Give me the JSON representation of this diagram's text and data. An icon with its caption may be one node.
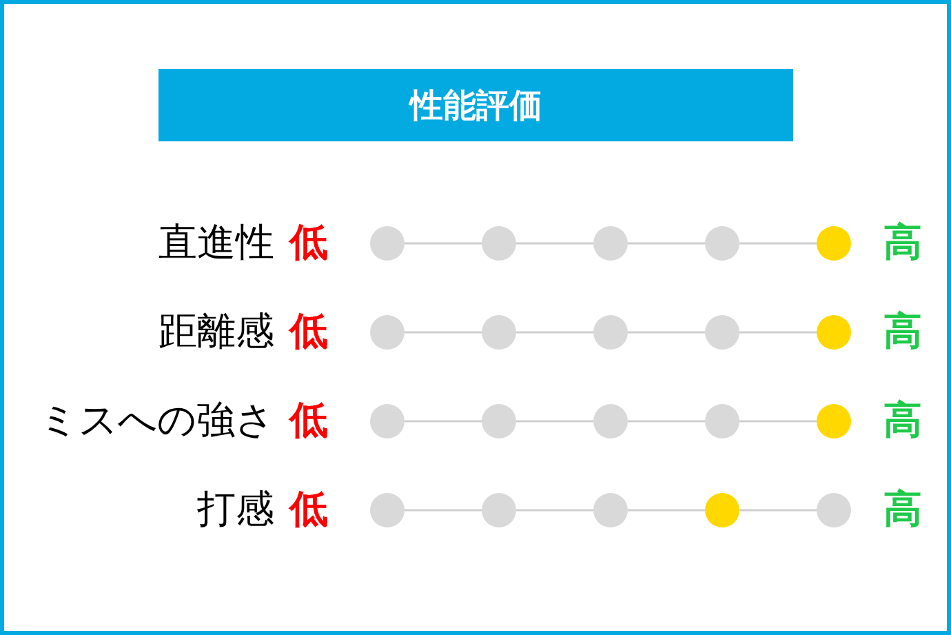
{
  "diagram": {
    "title": "性能評価",
    "nodes": [
      {
        "text": [],
        "shape": "circle"
      },
      {
        "text": [],
        "shape": "circle"
      },
      {
        "text": [],
        "shape": "circle"
      },
      {
        "text": [],
        "shape": "circle"
      },
      {
        "text": [],
        "shape": "circle"
      },
      {
        "text": [],
        "shape": "circle"
      },
      {
        "text": [],
        "shape": "circle"
      },
      {
        "text": [],
        "shape": "circle"
      },
      {
        "text": [],
        "shape": "circle"
      },
      {
        "text": [],
        "shape": "circle"
      },
      {
        "text": [],
        "shape": "circle"
      },
      {
        "text": [],
        "shape": "circle"
      },
      {
        "text": [],
        "shape": "circle"
      },
      {
        "text": [],
        "shape": "circle"
      },
      {
        "text": [],
        "shape": "circle"
      },
      {
        "text": [],
        "shape": "circle"
      },
      {
        "text": [],
        "shape": "circle"
      },
      {
        "text": [],
        "shape": "circle"
      },
      {
        "text": [],
        "shape": "circle"
      },
      {
        "text": [],
        "shape": "circle"
      }
    ],
    "edges": [
      {
        "from": 0,
        "to": 1,
        "arrow": "none"
      },
      {
        "from": 1,
        "to": 2,
        "arrow": "none"
      },
      {
        "from": 2,
        "to": 3,
        "arrow": "none"
      },
      {
        "from": 3,
        "to": 4,
        "arrow": "none"
      },
      {
        "from": 5,
        "to": 6,
        "arrow": "none"
      },
      {
        "from": 6,
        "to": 7,
        "arrow": "none"
      },
      {
        "from": 7,
        "to": 8,
        "arrow": "none"
      },
      {
        "from": 8,
        "to": 9,
        "arrow": "none"
      },
      {
        "from": 10,
        "to": 11,
        "arrow": "none"
      },
      {
        "from": 11,
        "to": 12,
        "arrow": "none"
      },
      {
        "from": 12,
        "to": 13,
        "arrow": "none"
      },
      {
        "from": 13,
        "to": 14,
        "arrow": "none"
      },
      {
        "from": 15,
        "to": 16,
        "arrow": "none"
      },
      {
        "from": 16,
        "to": 17,
        "arrow": "none"
      },
      {
        "from": 17,
        "to": 18,
        "arrow": "none"
      },
      {
        "from": 18,
        "to": 19,
        "arrow": "none"
      }
    ],
    "labels": [
      "直進性",
      "低",
      "高",
      "距離感",
      "低",
      "高",
      "ミスへの強さ",
      "低",
      "高",
      "打感",
      "低",
      "高"
    ]
  }
}
